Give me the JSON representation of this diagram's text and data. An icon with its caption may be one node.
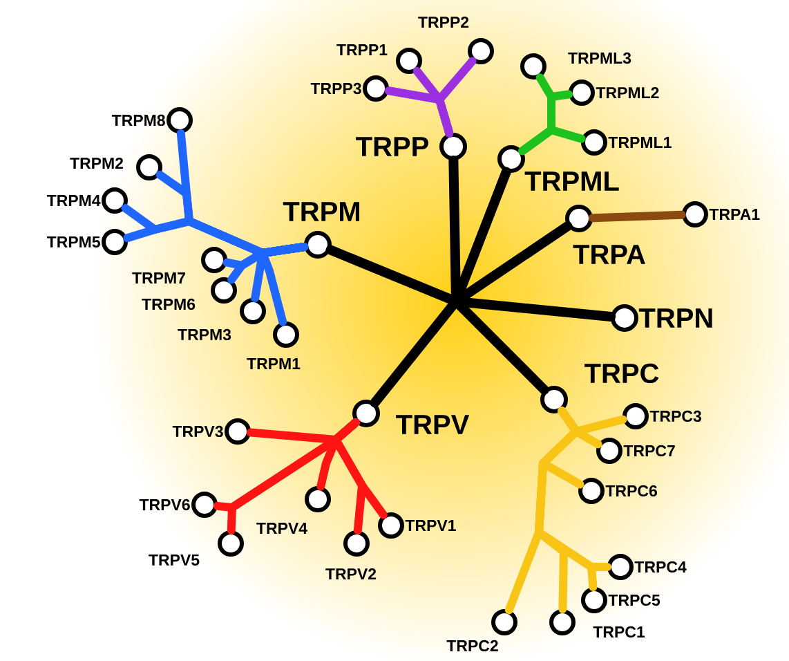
{
  "diagram": {
    "nodes": [
      {
        "text": [],
        "shape": "circle",
        "beside": [
          "TRPM"
        ]
      },
      {
        "text": [],
        "shape": "circle",
        "beside": [
          "TRPP"
        ]
      },
      {
        "text": [],
        "shape": "circle",
        "beside": [
          "TRPML"
        ]
      },
      {
        "text": [],
        "shape": "circle",
        "beside": [
          "TRPA"
        ]
      },
      {
        "text": [],
        "shape": "circle",
        "beside": [
          "TRPN"
        ]
      },
      {
        "text": [],
        "shape": "circle",
        "beside": [
          "TRPC"
        ]
      },
      {
        "text": [],
        "shape": "circle",
        "beside": [
          "TRPV"
        ]
      },
      {
        "text": [],
        "shape": "circle",
        "beside": [
          "TRPP1"
        ]
      },
      {
        "text": [],
        "shape": "circle",
        "beside": [
          "TRPP2"
        ]
      },
      {
        "text": [],
        "shape": "circle",
        "beside": [
          "TRPP3"
        ]
      },
      {
        "text": [],
        "shape": "circle",
        "beside": [
          "TRPML3"
        ]
      },
      {
        "text": [],
        "shape": "circle",
        "beside": [
          "TRPML2"
        ]
      },
      {
        "text": [],
        "shape": "circle",
        "beside": [
          "TRPML1"
        ]
      },
      {
        "text": [],
        "shape": "circle",
        "beside": [
          "TRPA1"
        ]
      },
      {
        "text": [],
        "shape": "circle",
        "beside": [
          "TRPM8"
        ]
      },
      {
        "text": [],
        "shape": "circle",
        "beside": [
          "TRPM2"
        ]
      },
      {
        "text": [],
        "shape": "circle",
        "beside": [
          "TRPM4"
        ]
      },
      {
        "text": [],
        "shape": "circle",
        "beside": [
          "TRPM5"
        ]
      },
      {
        "text": [],
        "shape": "circle",
        "beside": [
          "TRPM7"
        ]
      },
      {
        "text": [],
        "shape": "circle",
        "beside": [
          "TRPM6"
        ]
      },
      {
        "text": [],
        "shape": "circle",
        "beside": [
          "TRPM3"
        ]
      },
      {
        "text": [],
        "shape": "circle",
        "beside": [
          "TRPM1"
        ]
      },
      {
        "text": [],
        "shape": "circle",
        "beside": [
          "TRPV3"
        ]
      },
      {
        "text": [],
        "shape": "circle",
        "beside": [
          "TRPV6"
        ]
      },
      {
        "text": [],
        "shape": "circle",
        "beside": [
          "TRPV5"
        ]
      },
      {
        "text": [],
        "shape": "circle",
        "beside": [
          "TRPV4"
        ]
      },
      {
        "text": [],
        "shape": "circle",
        "beside": [
          "TRPV2"
        ]
      },
      {
        "text": [],
        "shape": "circle",
        "beside": [
          "TRPV1"
        ]
      },
      {
        "text": [],
        "shape": "circle",
        "beside": [
          "TRPC3"
        ]
      },
      {
        "text": [],
        "shape": "circle",
        "beside": [
          "TRPC7"
        ]
      },
      {
        "text": [],
        "shape": "circle",
        "beside": [
          "TRPC6"
        ]
      },
      {
        "text": [],
        "shape": "circle",
        "beside": [
          "TRPC4"
        ]
      },
      {
        "text": [],
        "shape": "circle",
        "beside": [
          "TRPC5"
        ]
      },
      {
        "text": [],
        "shape": "circle",
        "beside": [
          "TRPC1"
        ]
      },
      {
        "text": [],
        "shape": "circle",
        "beside": [
          "TRPC2"
        ]
      }
    ],
    "edges": [
      {
        "from": null,
        "to": 0,
        "arrow": "none",
        "color": "#000000"
      },
      {
        "from": null,
        "to": 1,
        "arrow": "none",
        "color": "#000000"
      },
      {
        "from": null,
        "to": 2,
        "arrow": "none",
        "color": "#000000"
      },
      {
        "from": null,
        "to": 3,
        "arrow": "none",
        "color": "#000000"
      },
      {
        "from": null,
        "to": 4,
        "arrow": "none",
        "color": "#000000"
      },
      {
        "from": null,
        "to": 5,
        "arrow": "none",
        "color": "#000000"
      },
      {
        "from": null,
        "to": 6,
        "arrow": "none",
        "color": "#000000"
      },
      {
        "from": 1,
        "to": 7,
        "arrow": "none",
        "color": "#9b30e0"
      },
      {
        "from": 1,
        "to": 8,
        "arrow": "none",
        "color": "#9b30e0"
      },
      {
        "from": 1,
        "to": 9,
        "arrow": "none",
        "color": "#9b30e0"
      },
      {
        "from": 2,
        "to": 10,
        "arrow": "none",
        "color": "#1ec21e"
      },
      {
        "from": 2,
        "to": 11,
        "arrow": "none",
        "color": "#1ec21e"
      },
      {
        "from": 2,
        "to": 12,
        "arrow": "none",
        "color": "#1ec21e"
      },
      {
        "from": 3,
        "to": 13,
        "arrow": "none",
        "color": "#8b4a10"
      },
      {
        "from": 0,
        "to": 14,
        "arrow": "none",
        "color": "#1f66ff"
      },
      {
        "from": 0,
        "to": 15,
        "arrow": "none",
        "color": "#1f66ff"
      },
      {
        "from": 0,
        "to": 16,
        "arrow": "none",
        "color": "#1f66ff"
      },
      {
        "from": 0,
        "to": 17,
        "arrow": "none",
        "color": "#1f66ff"
      },
      {
        "from": 0,
        "to": 18,
        "arrow": "none",
        "color": "#1f66ff"
      },
      {
        "from": 0,
        "to": 19,
        "arrow": "none",
        "color": "#1f66ff"
      },
      {
        "from": 0,
        "to": 20,
        "arrow": "none",
        "color": "#1f66ff"
      },
      {
        "from": 0,
        "to": 21,
        "arrow": "none",
        "color": "#1f66ff"
      },
      {
        "from": 6,
        "to": 22,
        "arrow": "none",
        "color": "#ff1414"
      },
      {
        "from": 6,
        "to": 23,
        "arrow": "none",
        "color": "#ff1414"
      },
      {
        "from": 6,
        "to": 24,
        "arrow": "none",
        "color": "#ff1414"
      },
      {
        "from": 6,
        "to": 25,
        "arrow": "none",
        "color": "#ff1414"
      },
      {
        "from": 6,
        "to": 26,
        "arrow": "none",
        "color": "#ff1414"
      },
      {
        "from": 6,
        "to": 27,
        "arrow": "none",
        "color": "#ff1414"
      },
      {
        "from": 5,
        "to": 28,
        "arrow": "none",
        "color": "#f8c416"
      },
      {
        "from": 5,
        "to": 29,
        "arrow": "none",
        "color": "#f8c416"
      },
      {
        "from": 5,
        "to": 30,
        "arrow": "none",
        "color": "#f8c416"
      },
      {
        "from": 5,
        "to": 31,
        "arrow": "none",
        "color": "#f8c416"
      },
      {
        "from": 5,
        "to": 32,
        "arrow": "none",
        "color": "#f8c416"
      },
      {
        "from": 5,
        "to": 33,
        "arrow": "none",
        "color": "#f8c416"
      },
      {
        "from": 5,
        "to": 34,
        "arrow": "none",
        "color": "#f8c416"
      }
    ]
  }
}
